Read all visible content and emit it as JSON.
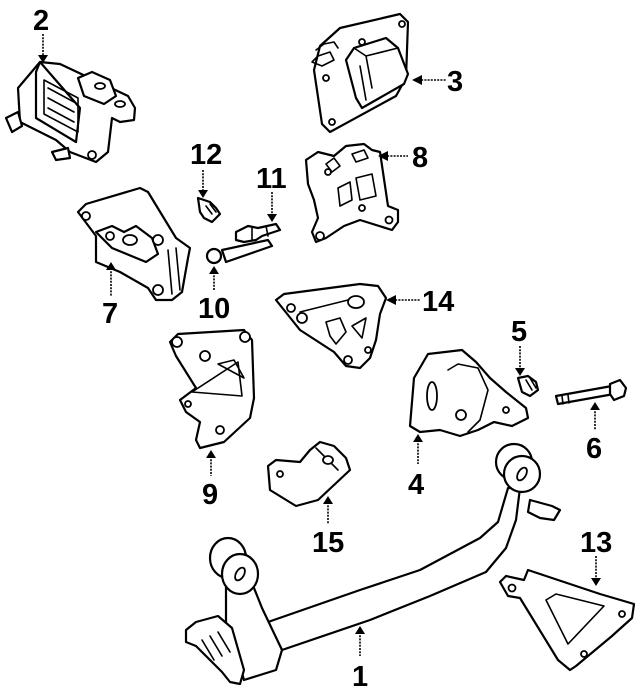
{
  "diagram": {
    "type": "exploded-parts-diagram",
    "subject": "Engine & transmission mounting components",
    "colors": {
      "line": "#000000",
      "background": "#ffffff"
    },
    "parts": [
      {
        "id": "1",
        "label": "1",
        "name": "crossmember"
      },
      {
        "id": "2",
        "label": "2",
        "name": "transmission-mount"
      },
      {
        "id": "3",
        "label": "3",
        "name": "engine-mount"
      },
      {
        "id": "4",
        "label": "4",
        "name": "mount-bracket"
      },
      {
        "id": "5",
        "label": "5",
        "name": "bolt"
      },
      {
        "id": "6",
        "label": "6",
        "name": "through-bolt"
      },
      {
        "id": "7",
        "label": "7",
        "name": "mount-bracket"
      },
      {
        "id": "8",
        "label": "8",
        "name": "mount-bracket"
      },
      {
        "id": "9",
        "label": "9",
        "name": "mount-bracket"
      },
      {
        "id": "10",
        "label": "10",
        "name": "through-bolt"
      },
      {
        "id": "11",
        "label": "11",
        "name": "stud"
      },
      {
        "id": "12",
        "label": "12",
        "name": "bolt"
      },
      {
        "id": "13",
        "label": "13",
        "name": "support-bracket"
      },
      {
        "id": "14",
        "label": "14",
        "name": "mount-bracket"
      },
      {
        "id": "15",
        "label": "15",
        "name": "heat-shield"
      }
    ]
  }
}
